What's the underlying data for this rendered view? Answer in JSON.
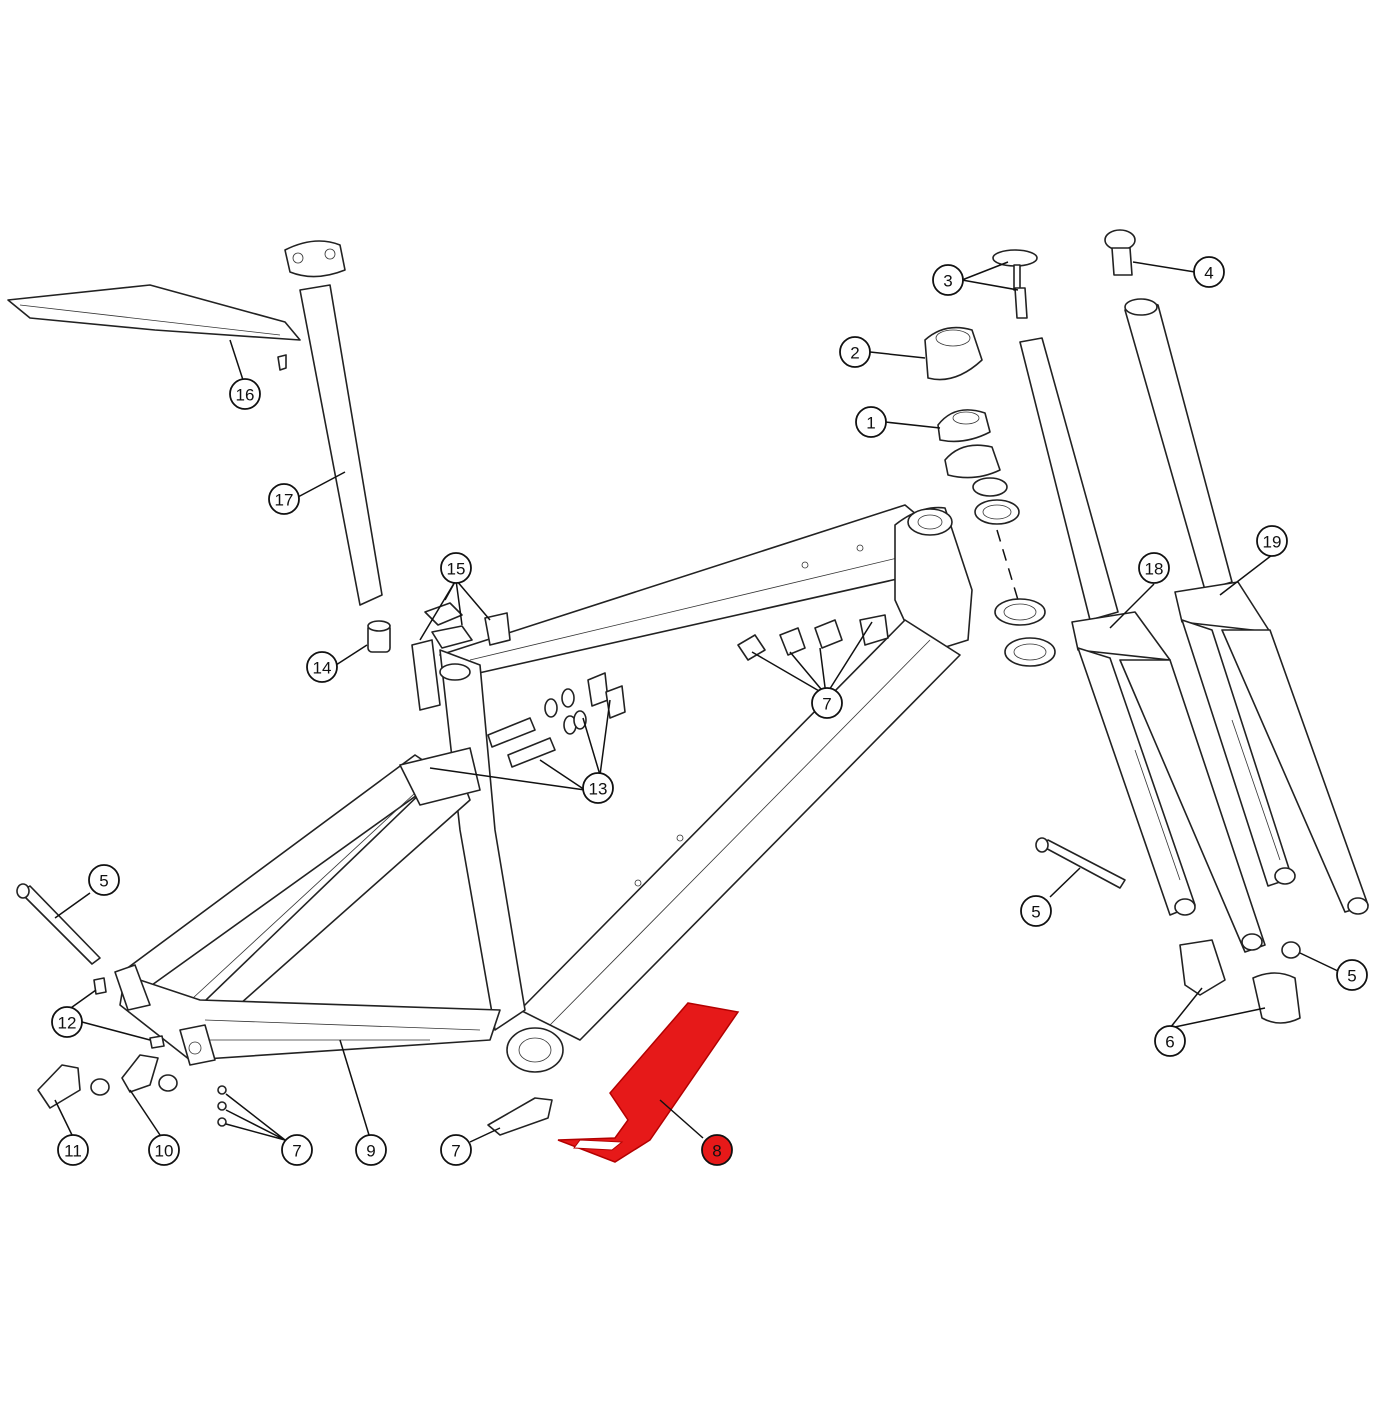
{
  "colors": {
    "line": "#222222",
    "background": "#ffffff",
    "highlight": "#e61919"
  },
  "highlighted_callout": "8",
  "callouts": [
    {
      "id": "c1",
      "label": "1",
      "highlighted": false
    },
    {
      "id": "c2",
      "label": "2",
      "highlighted": false
    },
    {
      "id": "c3",
      "label": "3",
      "highlighted": false
    },
    {
      "id": "c4",
      "label": "4",
      "highlighted": false
    },
    {
      "id": "c5a",
      "label": "5",
      "highlighted": false
    },
    {
      "id": "c5b",
      "label": "5",
      "highlighted": false
    },
    {
      "id": "c5c",
      "label": "5",
      "highlighted": false
    },
    {
      "id": "c6",
      "label": "6",
      "highlighted": false
    },
    {
      "id": "c7a",
      "label": "7",
      "highlighted": false
    },
    {
      "id": "c7b",
      "label": "7",
      "highlighted": false
    },
    {
      "id": "c7c",
      "label": "7",
      "highlighted": false
    },
    {
      "id": "c8",
      "label": "8",
      "highlighted": true
    },
    {
      "id": "c9",
      "label": "9",
      "highlighted": false
    },
    {
      "id": "c10",
      "label": "10",
      "highlighted": false
    },
    {
      "id": "c11",
      "label": "11",
      "highlighted": false
    },
    {
      "id": "c12",
      "label": "12",
      "highlighted": false
    },
    {
      "id": "c13",
      "label": "13",
      "highlighted": false
    },
    {
      "id": "c14",
      "label": "14",
      "highlighted": false
    },
    {
      "id": "c15",
      "label": "15",
      "highlighted": false
    },
    {
      "id": "c16",
      "label": "16",
      "highlighted": false
    },
    {
      "id": "c17",
      "label": "17",
      "highlighted": false
    },
    {
      "id": "c18",
      "label": "18",
      "highlighted": false
    },
    {
      "id": "c19",
      "label": "19",
      "highlighted": false
    }
  ]
}
